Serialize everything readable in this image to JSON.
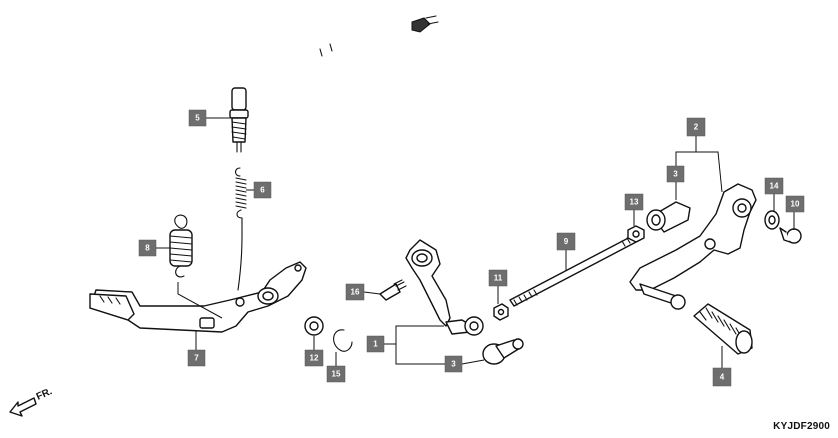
{
  "diagram": {
    "code": "KYJDF2900",
    "front_label": "FR.",
    "callouts": {
      "c1": "1",
      "c2": "2",
      "c3a": "3",
      "c3b": "3",
      "c4": "4",
      "c5": "5",
      "c6": "6",
      "c7": "7",
      "c8": "8",
      "c9": "9",
      "c10": "10",
      "c11": "11",
      "c12": "12",
      "c13": "13",
      "c14": "14",
      "c15": "15",
      "c16": "16"
    }
  }
}
